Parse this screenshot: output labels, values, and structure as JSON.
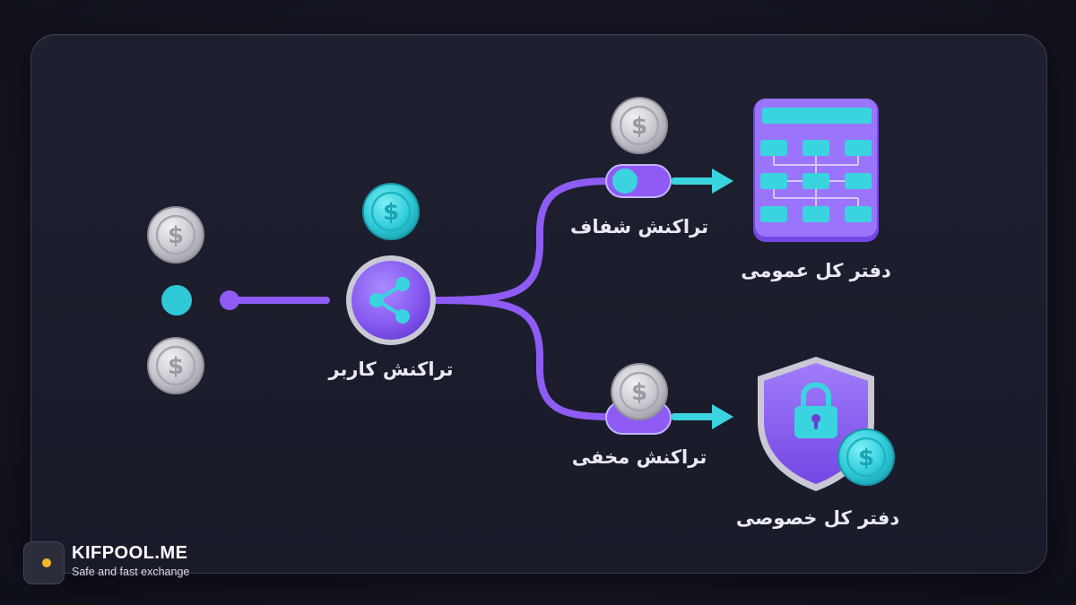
{
  "labels": {
    "user_transaction": "تراکنش کاربر",
    "transparent_transaction": "تراکنش شفاف",
    "hidden_transaction": "تراکنش مخفی",
    "public_ledger": "دفتر کل عمومی",
    "private_ledger": "دفتر کل خصوصی"
  },
  "brand": {
    "name": "KIFPOOL.ME",
    "tagline": "Safe and fast exchange"
  },
  "icons": {
    "coin": "dollar-coin-icon",
    "share": "share-icon",
    "ledger": "ledger-grid-icon",
    "shield": "shield-lock-icon"
  },
  "colors": {
    "purple": "#8b5cf6",
    "teal": "#3ad4e0",
    "silver": "#c9c9d1"
  }
}
